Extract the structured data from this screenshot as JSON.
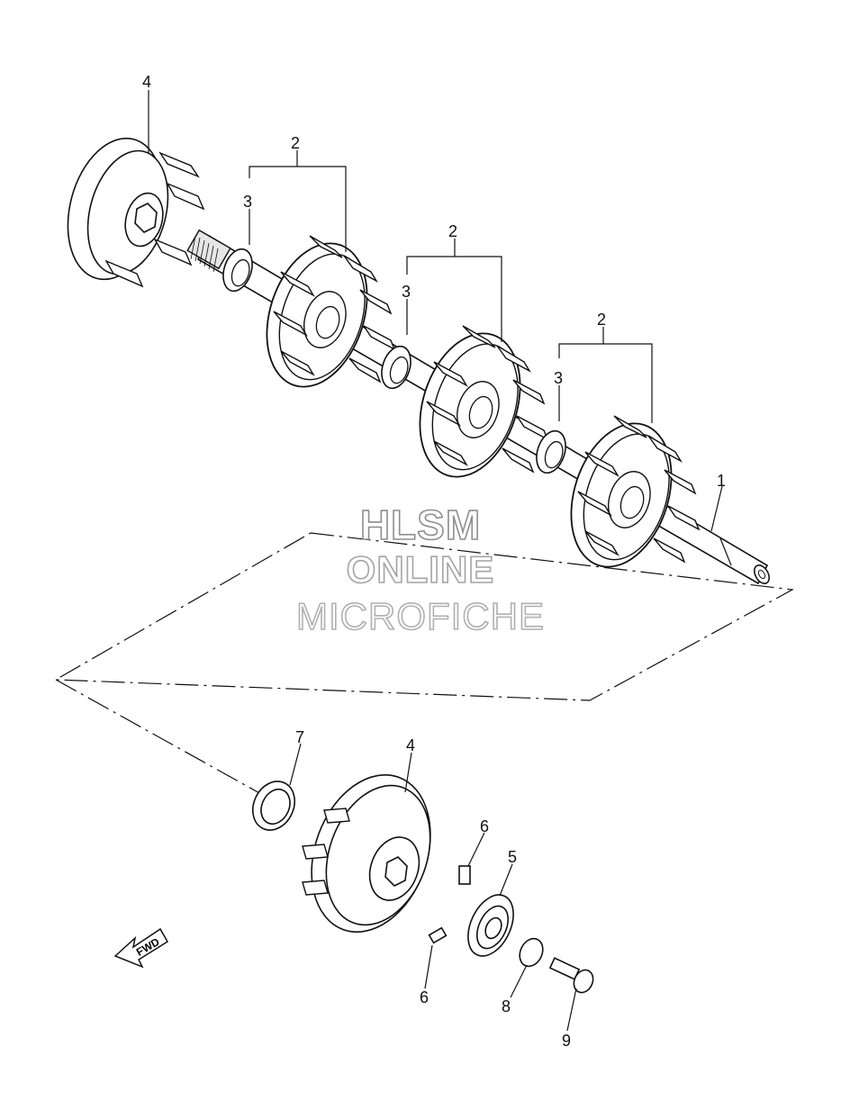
{
  "watermark": {
    "line1": "HLSM",
    "line2": "ONLINE",
    "line3": "MICROFICHE"
  },
  "fwd_label": "FWD",
  "callouts": {
    "c1": "1",
    "c2a": "2",
    "c2b": "2",
    "c2c": "2",
    "c3a": "3",
    "c3b": "3",
    "c3c": "3",
    "c4a": "4",
    "c4b": "4",
    "c5": "5",
    "c6a": "6",
    "c6b": "6",
    "c7": "7",
    "c8": "8",
    "c9": "9"
  }
}
